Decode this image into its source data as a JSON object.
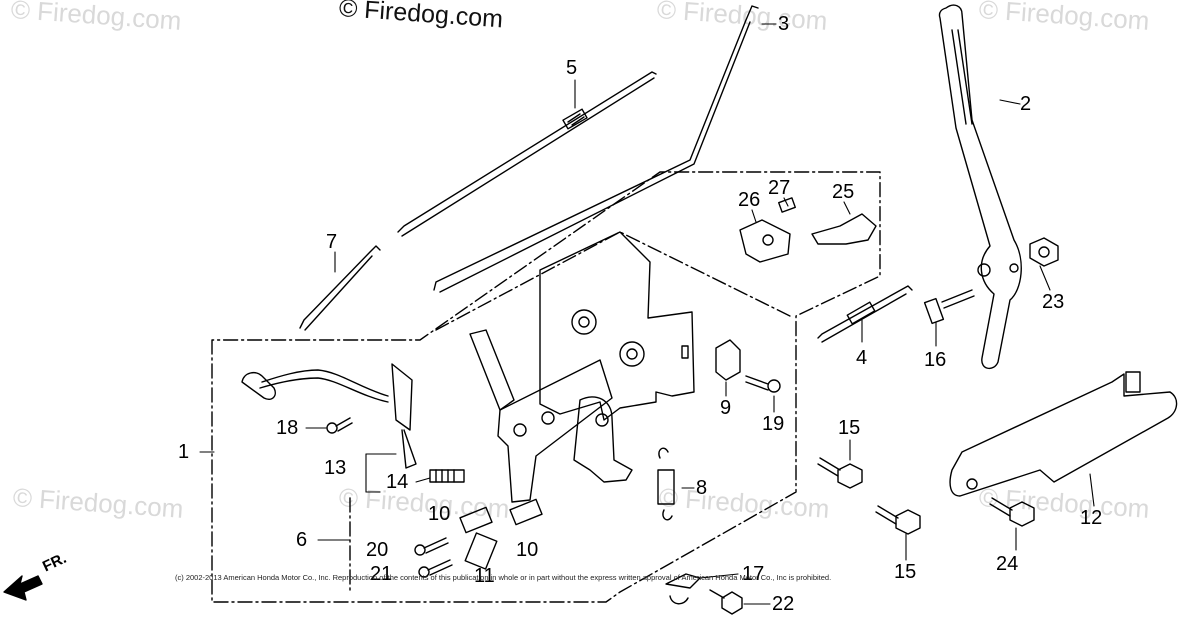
{
  "watermarks": {
    "main": "© Firedog.com",
    "faint": "© Firedog.com"
  },
  "copyright": "(c) 2002-2013 American Honda Motor Co., Inc. Reproduction of the contents of this publication in whole or in part without the express written approval of American Honda Motor Co., Inc is prohibited.",
  "direction_label": "FR.",
  "callouts": {
    "c1": "1",
    "c2": "2",
    "c3": "3",
    "c4": "4",
    "c5": "5",
    "c6": "6",
    "c7": "7",
    "c8": "8",
    "c9": "9",
    "c10a": "10",
    "c10b": "10",
    "c11": "11",
    "c12": "12",
    "c13": "13",
    "c14": "14",
    "c15a": "15",
    "c15b": "15",
    "c16": "16",
    "c17": "17",
    "c18": "18",
    "c19": "19",
    "c20": "20",
    "c21": "21",
    "c22": "22",
    "c23": "23",
    "c24": "24",
    "c25": "25",
    "c26": "26",
    "c27": "27"
  }
}
